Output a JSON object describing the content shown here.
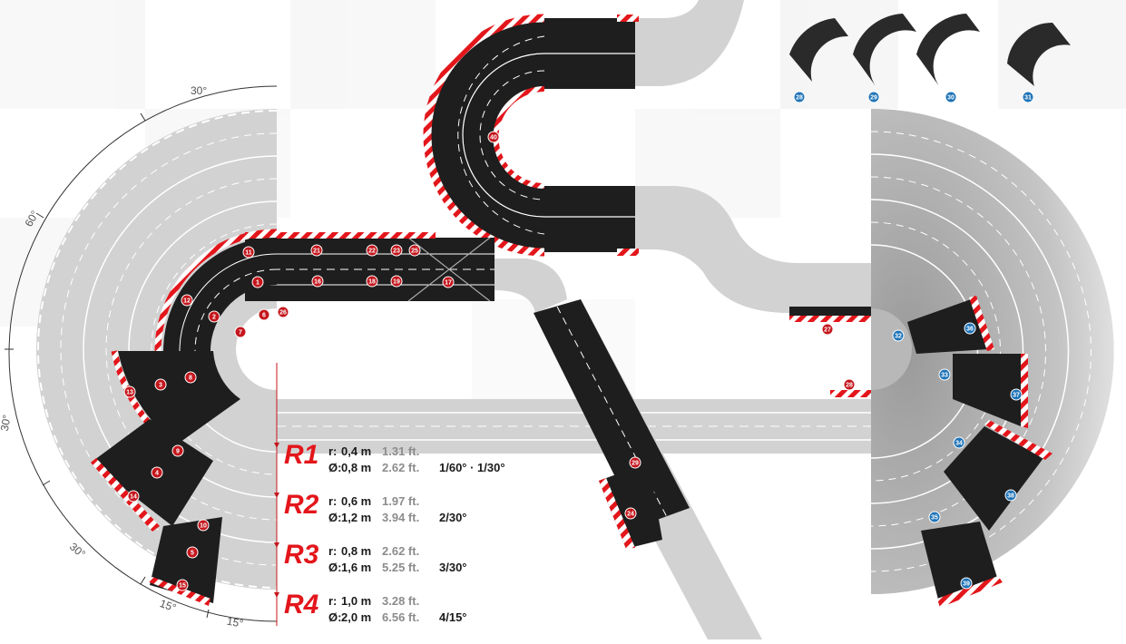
{
  "angle_labels": {
    "top": "30°",
    "upper_left": "60°",
    "left": "30°",
    "lower_left": "30°",
    "bottom_a": "15°",
    "bottom_b": "15°"
  },
  "radii": [
    {
      "name": "R1",
      "r_label": "r:",
      "r_m": "0,4 m",
      "r_ft": "1.31 ft.",
      "d_label": "Ø:",
      "d_m": "0,8 m",
      "d_ft": "2.62 ft.",
      "pieces": "1/60° · 1/30°"
    },
    {
      "name": "R2",
      "r_label": "r:",
      "r_m": "0,6 m",
      "r_ft": "1.97 ft.",
      "d_label": "Ø:",
      "d_m": "1,2 m",
      "d_ft": "3.94 ft.",
      "pieces": "2/30°"
    },
    {
      "name": "R3",
      "r_label": "r:",
      "r_m": "0,8 m",
      "r_ft": "2.62 ft.",
      "d_label": "Ø:",
      "d_m": "1,6 m",
      "d_ft": "5.25 ft.",
      "pieces": "3/30°"
    },
    {
      "name": "R4",
      "r_label": "r:",
      "r_m": "1,0 m",
      "r_ft": "3.28 ft.",
      "d_label": "Ø:",
      "d_m": "2,0 m",
      "d_ft": "6.56 ft.",
      "pieces": "4/15°"
    }
  ],
  "red_markers": [
    "1",
    "2",
    "3",
    "4",
    "5",
    "6",
    "7",
    "8",
    "9",
    "10",
    "11",
    "12",
    "13",
    "14",
    "15",
    "16",
    "17",
    "18",
    "19",
    "21",
    "22",
    "23",
    "24",
    "25",
    "26",
    "27",
    "28",
    "29",
    "40"
  ],
  "blue_markers": [
    "28",
    "29",
    "30",
    "31",
    "32",
    "33",
    "34",
    "35",
    "36",
    "37",
    "38",
    "39"
  ],
  "colors": {
    "track_dark": "#1e1e1e",
    "track_light": "#cfcfcf",
    "curb_red": "#e3161b",
    "marker_red": "#c4161c",
    "marker_blue": "#1f74b8",
    "accent_label": "#e3161b"
  }
}
